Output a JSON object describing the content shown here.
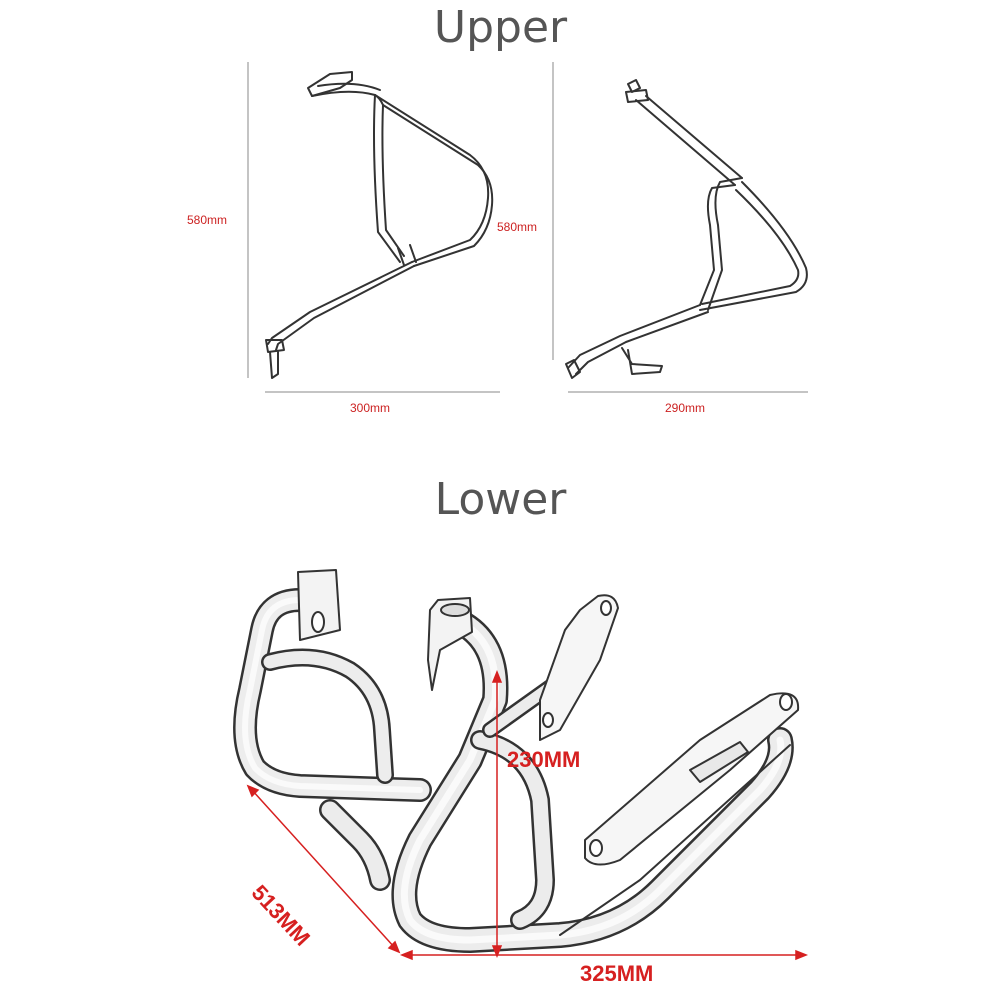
{
  "titles": {
    "upper": "Upper",
    "lower": "Lower"
  },
  "upper": {
    "left": {
      "height_label": "580mm",
      "width_label": "300mm"
    },
    "right": {
      "height_label": "580mm",
      "width_label": "290mm"
    }
  },
  "lower": {
    "height_label": "230MM",
    "diagonal_label": "513MM",
    "width_label": "325MM"
  },
  "colors": {
    "dimension_text": "#cc2222",
    "dimension_line_upper": "#888888",
    "dimension_line_lower": "#d62020",
    "title": "#555555",
    "bar_stroke": "#333333"
  }
}
